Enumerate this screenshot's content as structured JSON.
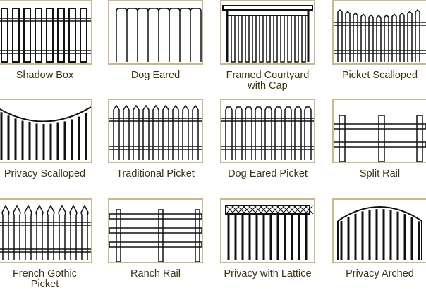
{
  "colors": {
    "border": "#c9b98c",
    "label": "#3b3212",
    "fence": "#111111"
  },
  "fences": [
    {
      "label": "Shadow Box",
      "style": "shadow-box"
    },
    {
      "label": "Dog Eared",
      "style": "dog-eared"
    },
    {
      "label": "Framed Courtyard\nwith Cap",
      "style": "framed-cap"
    },
    {
      "label": "Picket Scalloped",
      "style": "picket-scalloped"
    },
    {
      "label": "Privacy Scalloped",
      "style": "privacy-scalloped"
    },
    {
      "label": "Traditional Picket",
      "style": "traditional-picket"
    },
    {
      "label": "Dog Eared Picket",
      "style": "dog-eared-picket"
    },
    {
      "label": "Split Rail",
      "style": "split-rail"
    },
    {
      "label": "French Gothic\nPicket",
      "style": "french-gothic"
    },
    {
      "label": "Ranch Rail",
      "style": "ranch-rail"
    },
    {
      "label": "Privacy with Lattice",
      "style": "lattice"
    },
    {
      "label": "Privacy Arched",
      "style": "arched"
    }
  ]
}
